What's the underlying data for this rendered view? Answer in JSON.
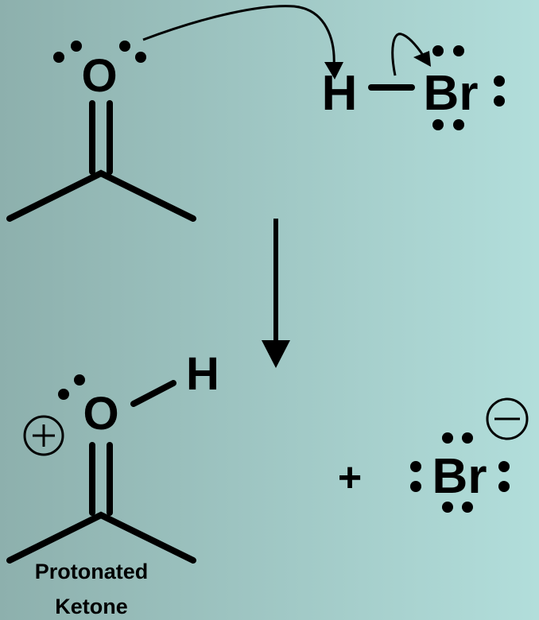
{
  "colors": {
    "bg_left": "#8db0ad",
    "bg_right": "#b2dedb",
    "ink": "#000000"
  },
  "reactants": {
    "ketone_oxygen": "O",
    "hbr_hydrogen": "H",
    "hbr_bromine": "Br"
  },
  "products": {
    "protonated_oxygen": "O",
    "protonated_hydrogen": "H",
    "plus_sign": "+",
    "bromide": "Br",
    "label_line1": "Protonated",
    "label_line2": "Ketone"
  }
}
